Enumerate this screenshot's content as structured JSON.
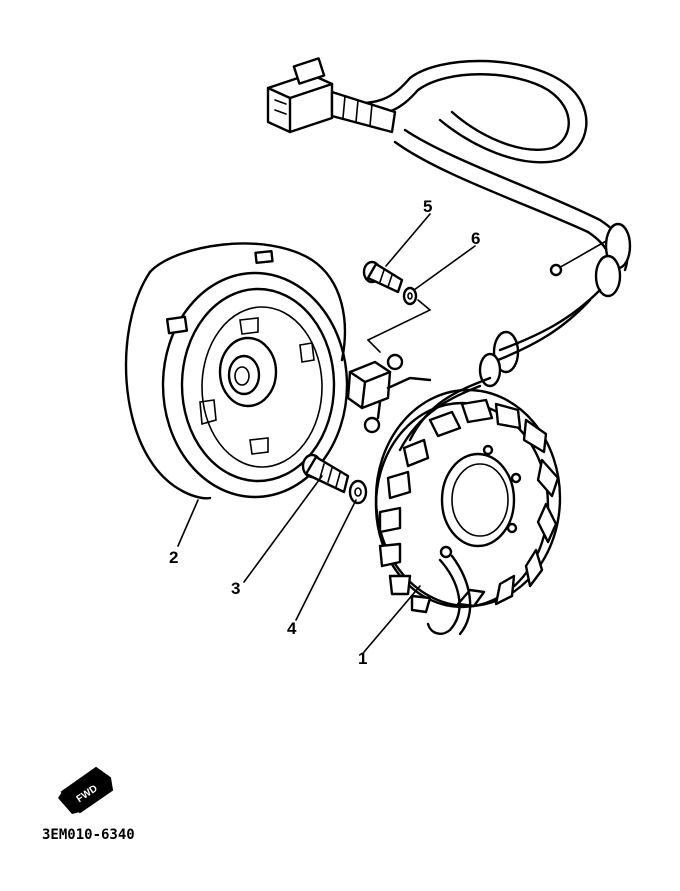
{
  "diagram": {
    "callouts": [
      {
        "id": "1",
        "label": "1"
      },
      {
        "id": "2",
        "label": "2"
      },
      {
        "id": "3",
        "label": "3"
      },
      {
        "id": "4",
        "label": "4"
      },
      {
        "id": "5",
        "label": "5"
      },
      {
        "id": "6",
        "label": "6"
      }
    ],
    "part_code": "3EM010-6340",
    "badge_text": "FWD"
  }
}
